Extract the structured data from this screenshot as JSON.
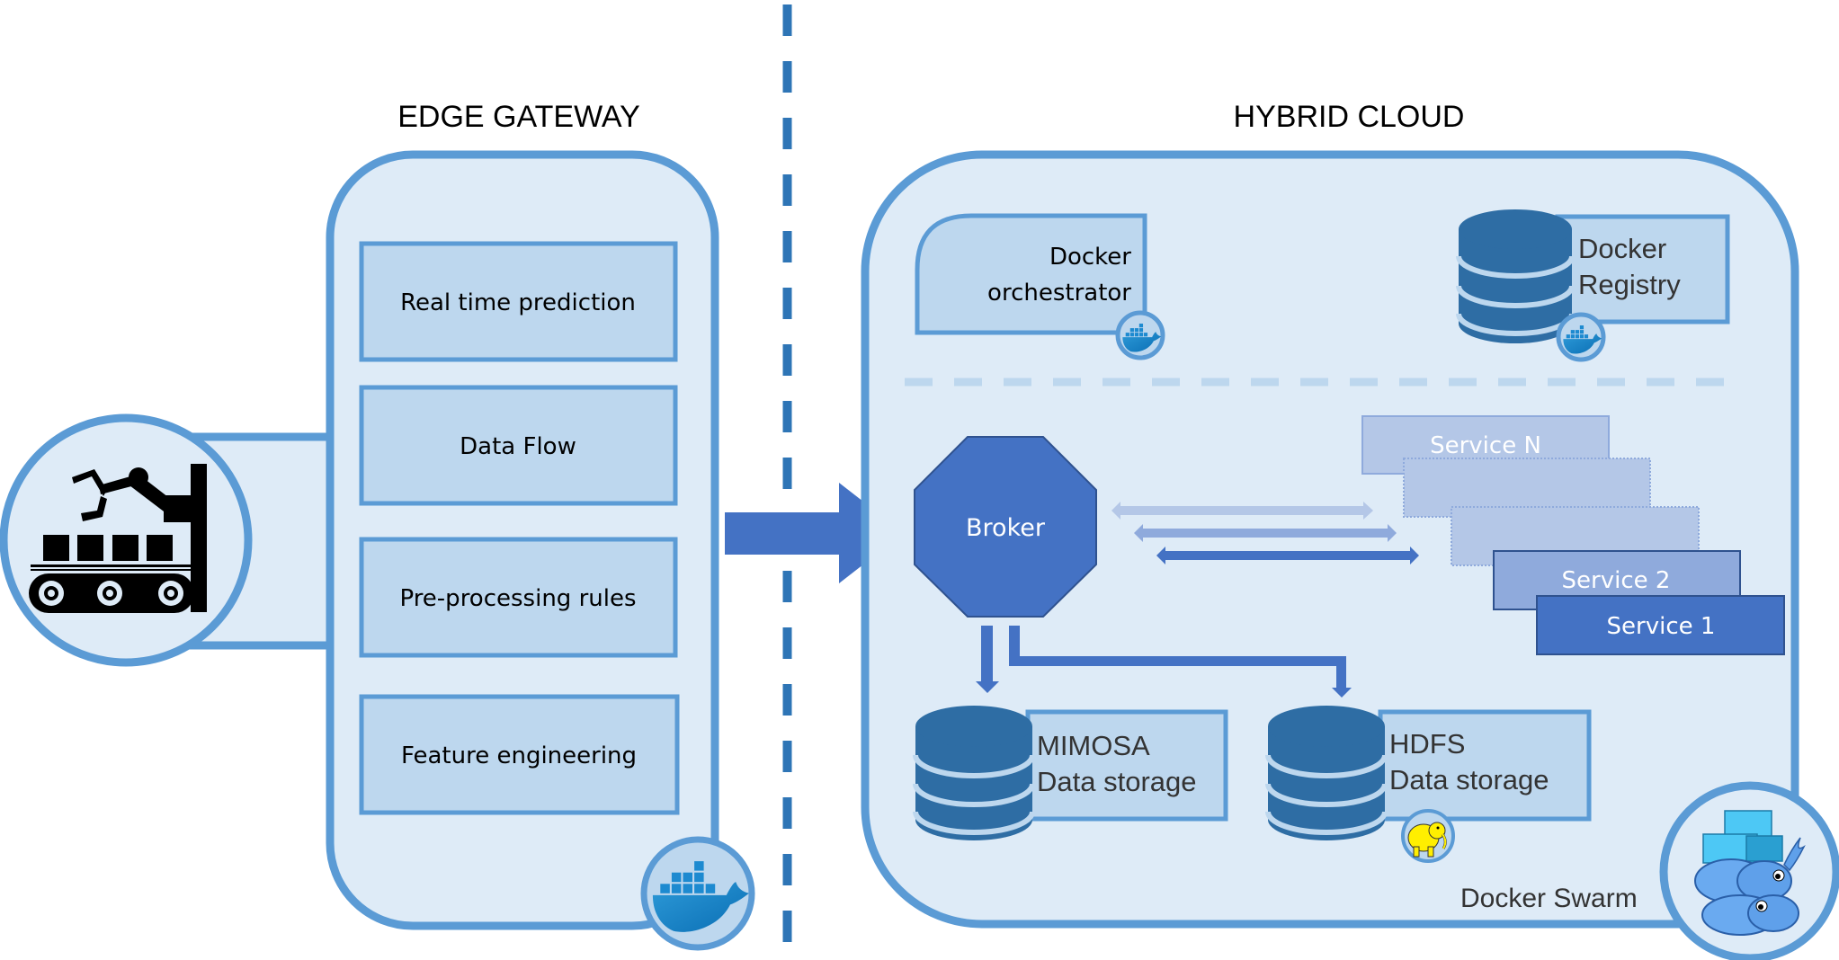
{
  "edge": {
    "title": "EDGE GATEWAY",
    "modules": [
      {
        "label": "Real time prediction"
      },
      {
        "label": "Data Flow"
      },
      {
        "label": "Pre-processing rules"
      },
      {
        "label": "Feature engineering"
      }
    ],
    "device_icon": "factory-robot-conveyor-icon",
    "runtime_icon": "docker-whale-icon"
  },
  "cloud": {
    "title": "HYBRID CLOUD",
    "orchestrator": {
      "line1": "Docker",
      "line2": "orchestrator",
      "icon": "docker-whale-icon"
    },
    "registry": {
      "line1": "Docker",
      "line2": "Registry",
      "icon": "docker-whale-icon"
    },
    "broker": {
      "label": "Broker"
    },
    "services": [
      {
        "label": "Service N",
        "style": "faded"
      },
      {
        "label": "",
        "style": "placeholder"
      },
      {
        "label": "",
        "style": "placeholder"
      },
      {
        "label": "Service 2",
        "style": "medium"
      },
      {
        "label": "Service 1",
        "style": "solid"
      }
    ],
    "storages": [
      {
        "line1": "MIMOSA",
        "line2": "Data storage"
      },
      {
        "line1": "HDFS",
        "line2": "Data storage",
        "icon": "hadoop-elephant-icon"
      }
    ],
    "swarm": {
      "label": "Docker Swarm",
      "icon": "docker-swarm-icon"
    }
  },
  "colors": {
    "border": "#5b9bd5",
    "panel_fill": "#deebf7",
    "box_fill": "#bdd7ee",
    "accent": "#4472c4",
    "db": "#2e6da4",
    "divider": "#2e75b6"
  }
}
